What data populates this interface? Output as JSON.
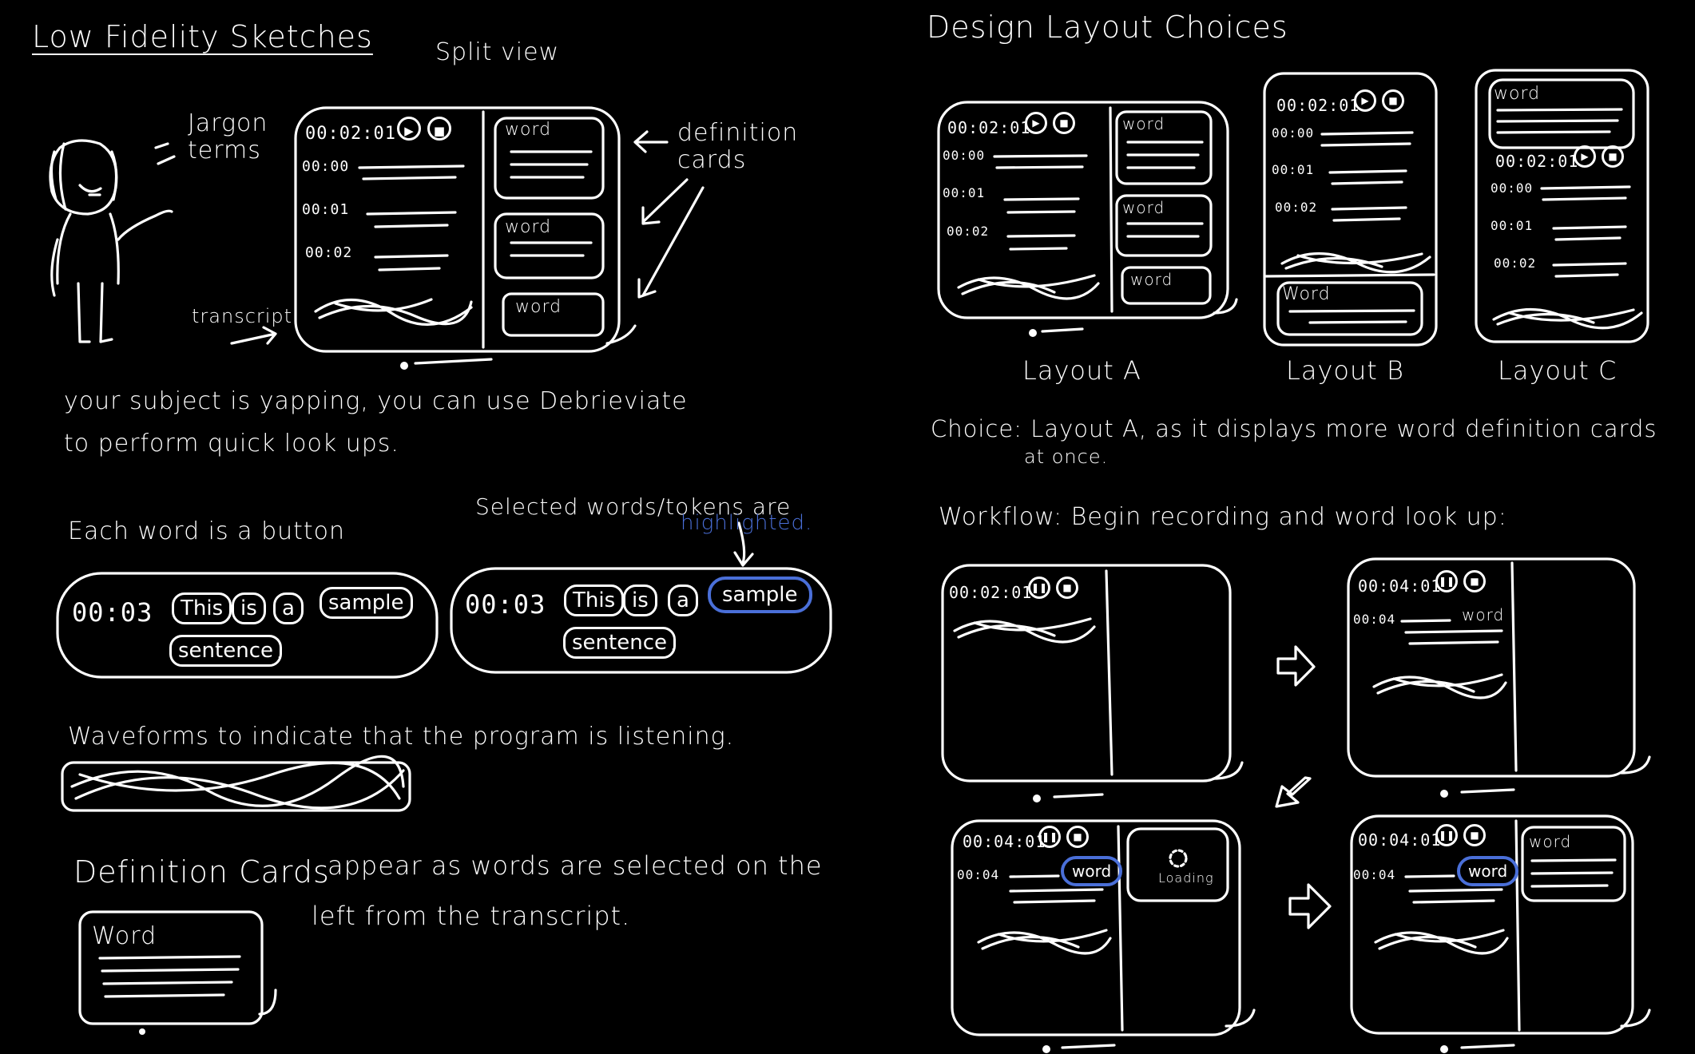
{
  "left": {
    "title": "Low Fidelity Sketches",
    "split_view_label": "Split view",
    "jargon_terms_label": "Jargon terms",
    "definition_cards_label": "definition cards",
    "transcript_label": "transcript",
    "main_sketch": {
      "timer": "00:02:01",
      "timestamps": [
        "00:00",
        "00:01",
        "00:02"
      ],
      "cards": [
        "word",
        "word",
        "word"
      ]
    },
    "description_line1": "your subject is yapping, you can use Debrieviate",
    "description_line2": "to perform quick look ups.",
    "button_heading": "Each word is a button",
    "selected_heading": "Selected words/tokens are",
    "highlighted_label": "highlighted.",
    "token_sketch": {
      "time": "00:03",
      "tokens": [
        "This",
        "is",
        "a",
        "sample",
        "sentence"
      ],
      "period": "."
    },
    "waveform_heading": "Waveforms to indicate that the program is listening.",
    "definition_heading": "Definition Cards",
    "definition_desc_line1": "appear as words are selected on the",
    "definition_desc_line2": "left from the transcript.",
    "definition_card_word": "Word"
  },
  "right": {
    "title": "Design Layout Choices",
    "layouts": [
      {
        "label": "Layout A",
        "timer": "00:02:01",
        "timestamps": [
          "00:00",
          "00:01",
          "00:02"
        ],
        "cards": [
          "word",
          "word",
          "word"
        ]
      },
      {
        "label": "Layout B",
        "timer": "00:02:01",
        "timestamps": [
          "00:00",
          "00:01",
          "00:02"
        ],
        "cards": [
          "Word"
        ]
      },
      {
        "label": "Layout C",
        "timer": "00:02:01",
        "timestamps": [
          "00:00",
          "00:01",
          "00:02"
        ],
        "cards": [
          "word"
        ]
      }
    ],
    "choice_line1": "Choice: Layout A, as it displays more word definition cards",
    "choice_line2": "at once.",
    "workflow_label": "Workflow: Begin recording and word look up:",
    "workflow_steps": [
      {
        "timer": "00:02:01"
      },
      {
        "timer": "00:04:01",
        "timestamp": "00:04",
        "word": "word"
      },
      {
        "timer": "00:04:01",
        "timestamp": "00:04",
        "word": "word",
        "card_text": "Loading"
      },
      {
        "timer": "00:04:01",
        "timestamp": "00:04",
        "word": "word",
        "card_text": "word"
      }
    ]
  },
  "colors": {
    "background": "#000000",
    "ink": "#ffffff",
    "highlight": "#4a6fd8"
  },
  "icons": [
    "stick-figure-icon",
    "play-icon",
    "stop-icon",
    "pause-icon",
    "arrow-right-icon",
    "arrow-down-left-icon",
    "loading-spinner-icon"
  ]
}
